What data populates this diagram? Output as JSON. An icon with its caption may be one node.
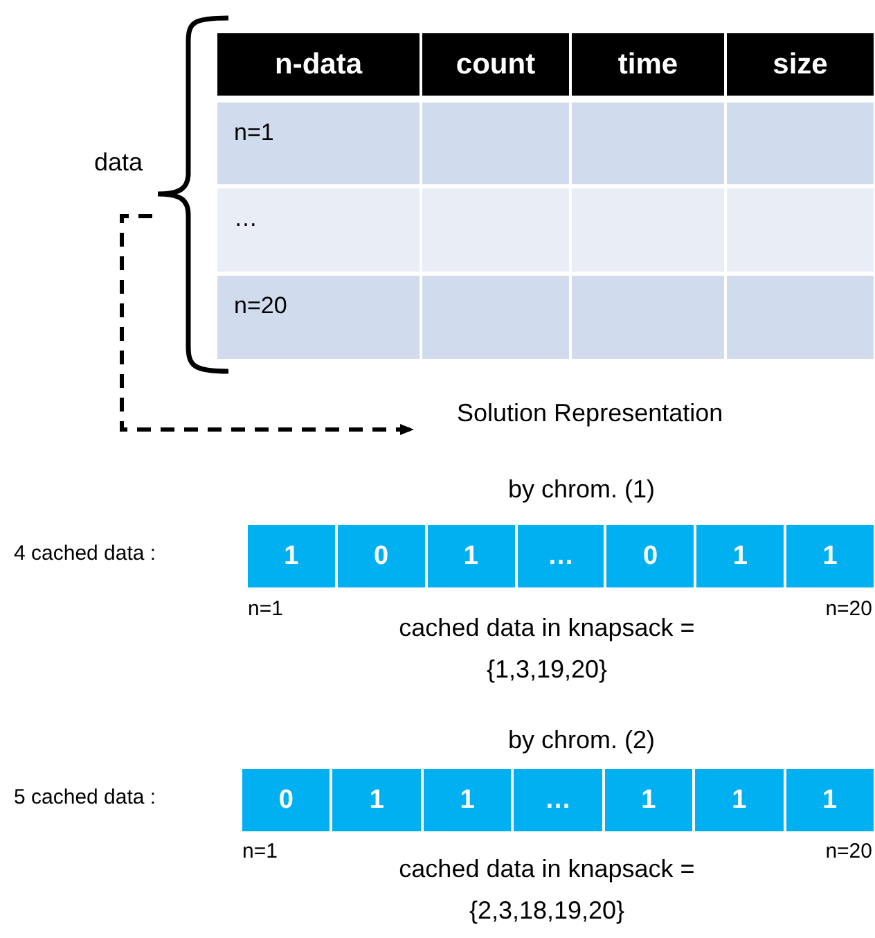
{
  "diagram": {
    "nodes": [
      {
        "text": [
          "data"
        ]
      },
      {
        "text": [
          "Solution Representation"
        ]
      }
    ],
    "edges": [
      {
        "from": 0,
        "to": 1,
        "arrow": "to",
        "style": "dashed"
      }
    ],
    "labels": [
      "n-data",
      "count",
      "time",
      "size",
      "n=1",
      "…",
      "n=20",
      "by chrom. (1)",
      "4 cached data :",
      "1",
      "0",
      "1",
      "…",
      "0",
      "1",
      "1",
      "n=1",
      "n=20",
      "cached data in knapsack = {1,3,19,20}",
      "by chrom. (2)",
      "5 cached data :",
      "0",
      "1",
      "1",
      "…",
      "1",
      "1",
      "1",
      "n=1",
      "n=20",
      "cached data in knapsack = {2,3,18,19,20}"
    ]
  }
}
